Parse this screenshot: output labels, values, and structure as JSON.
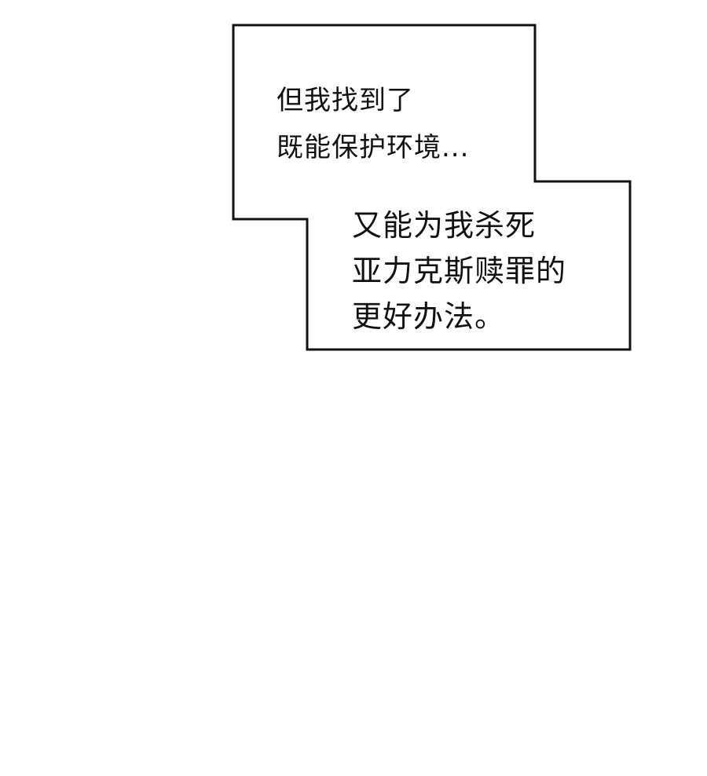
{
  "comic_panel": {
    "caption_1": {
      "lines": [
        "但我找到了",
        "既能保护环境..."
      ]
    },
    "caption_2": {
      "lines": [
        "又能为我杀死",
        "亚力克斯赎罪的",
        "更好办法。"
      ]
    },
    "colors": {
      "background": "#ffffff",
      "border": "#111111",
      "text": "#111111"
    }
  }
}
